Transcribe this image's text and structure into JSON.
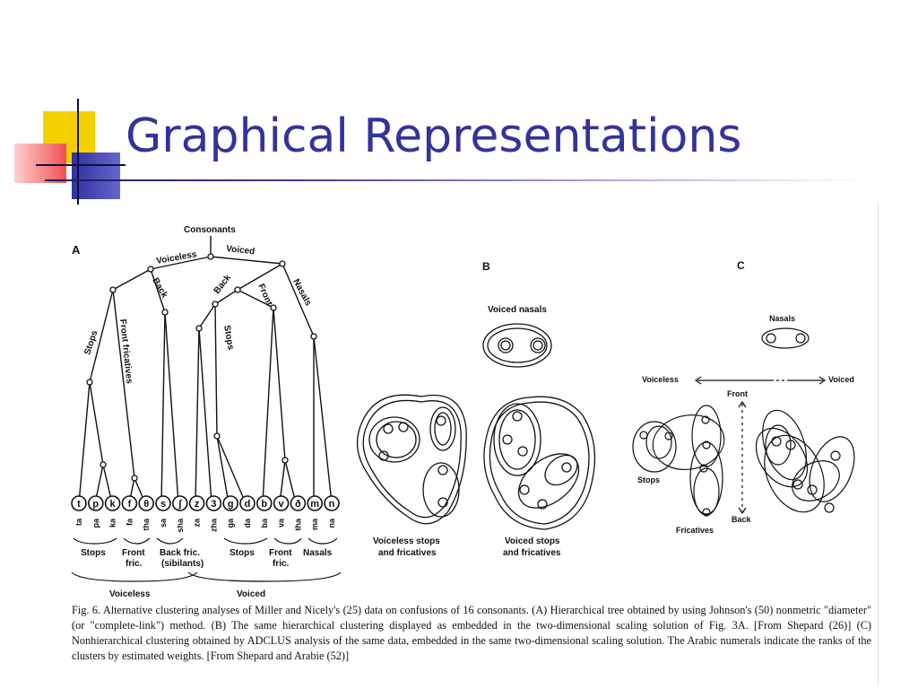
{
  "slide": {
    "title": "Graphical Representations"
  },
  "panel_a": {
    "label": "A",
    "root": "Consonants",
    "branch_voiceless": "Voiceless",
    "branch_voiced": "Voiced",
    "stops_left": "Stops",
    "front_fricatives": "Front fricatives",
    "back_left": "Back",
    "back_right": "Back",
    "front_right": "Front",
    "stops_right": "Stops",
    "nasals": "Nasals",
    "leaf_symbols": [
      "t",
      "p",
      "k",
      "f",
      "θ",
      "s",
      "ʃ",
      "z",
      "3",
      "g",
      "d",
      "b",
      "v",
      "ð",
      "m",
      "n"
    ],
    "syllables": [
      "ta",
      "pa",
      "ka",
      "fa",
      "tha",
      "sa",
      "sha",
      "za",
      "zha",
      "ga",
      "da",
      "ba",
      "va",
      "ŧha",
      "ma",
      "na"
    ],
    "groups": [
      {
        "line1": "Stops",
        "line2": ""
      },
      {
        "line1": "Front",
        "line2": "fric."
      },
      {
        "line1": "Back  fric.",
        "line2": "(sibilants)"
      },
      {
        "line1": "Stops",
        "line2": ""
      },
      {
        "line1": "Front",
        "line2": "fric."
      },
      {
        "line1": "Nasals",
        "line2": ""
      }
    ],
    "voiceless": "Voiceless",
    "voiced": "Voiced"
  },
  "panel_b": {
    "label": "B",
    "voiced_nasals": "Voiced  nasals",
    "voiceless_caption": [
      "Voiceless stops",
      "and  fricatives"
    ],
    "voiced_caption": [
      "Voiced  stops",
      "and  fricatives"
    ]
  },
  "panel_c": {
    "label": "C",
    "nasals": "Nasals",
    "voiceless": "Voiceless",
    "voiced": "Voiced",
    "front": "Front",
    "back": "Back",
    "stops": "Stops",
    "fricatives": "Fricatives"
  },
  "caption": {
    "text": "Fig. 6. Alternative clustering analyses of Miller and Nicely's (25) data on confusions of 16 consonants. (A) Hierarchical tree obtained by using Johnson's (50) nonmetric \"diameter\" (or \"complete-link\") method. (B) The same hierarchical clustering displayed as embedded in the two-dimensional scaling solution of Fig. 3A. [From Shepard (26)] (C) Nonhierarchical clustering obtained by ADCLUS analysis of the same data, embedded in the same two-dimensional scaling solution. The Arabic numerals indicate the ranks of the clusters by estimated weights. [From Shepard and Arabie (52)]"
  },
  "colors": {
    "title": "#33339a",
    "accent_yellow": "#f5d000",
    "accent_red": "#f06060",
    "accent_blue": "#3030a0"
  }
}
